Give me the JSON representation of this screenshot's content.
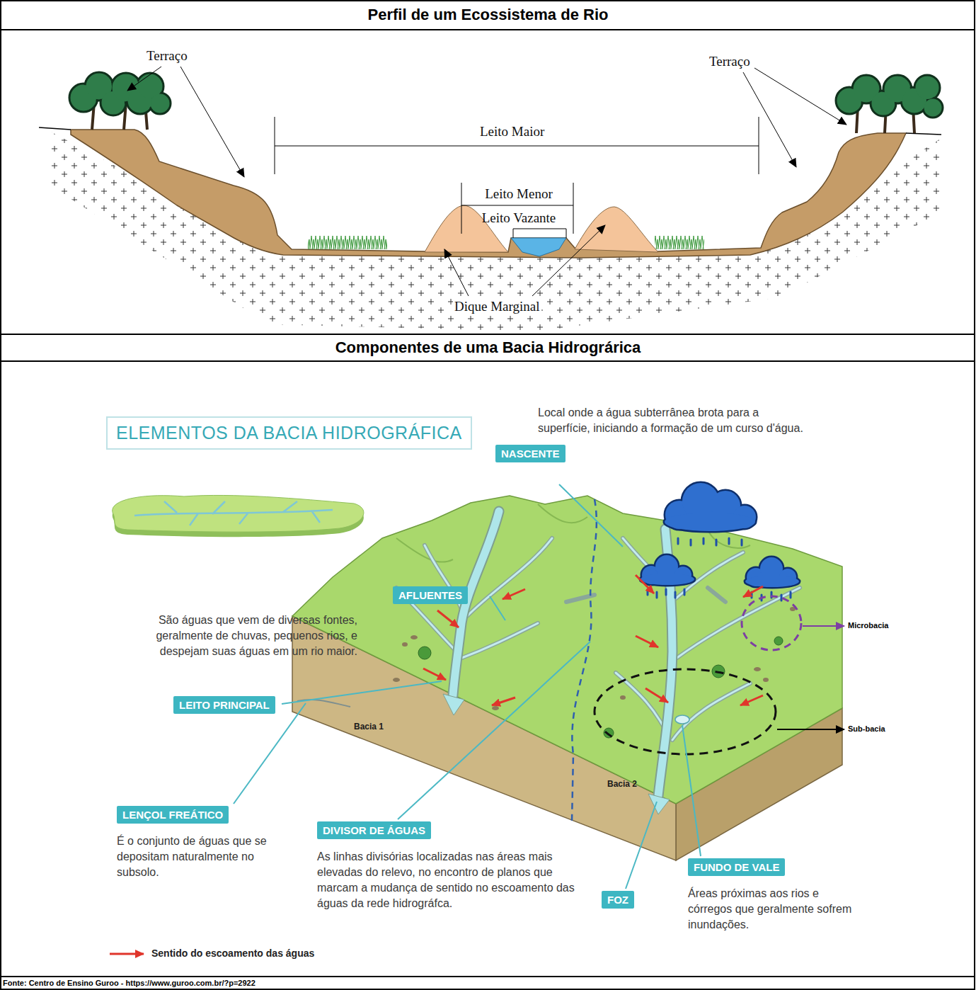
{
  "diagram": {
    "caption": "Fonte: Centro de Ensino Guroo - https://www.guroo.com.br/?p=2922",
    "nodes": [
      {
        "text": [
          "Perfil de um Ecossistema de Rio"
        ]
      },
      {
        "text": [
          "Componentes de uma Bacia Hidrográrica"
        ]
      },
      {
        "text": [
          "ELEMENTOS DA BACIA HIDROGRÁFICA"
        ]
      },
      {
        "text": [
          "NASCENTE",
          "Local onde a água subterrânea brota para a superfície, iniciando a formação de um curso d'água."
        ]
      },
      {
        "text": [
          "AFLUENTES",
          "São águas que vem de diversas fontes, geralmente de chuvas, pequenos rios, e despejam suas águas em um rio maior."
        ]
      },
      {
        "text": [
          "LEITO PRINCIPAL"
        ]
      },
      {
        "text": [
          "LENÇOL FREÁTICO",
          "É o conjunto de águas que se depositam naturalmente no subsolo."
        ]
      },
      {
        "text": [
          "DIVISOR DE ÁGUAS",
          "As linhas divisórias localizadas nas áreas mais elevadas do relevo, no encontro de planos que marcam a mudança de sentido no escoamento das águas da rede hidrográfca."
        ]
      },
      {
        "text": [
          "FOZ"
        ]
      },
      {
        "text": [
          "FUNDO DE VALE",
          "Áreas próximas aos rios e córregos que geralmente sofrem inundações."
        ]
      }
    ],
    "labels": [
      "Terraço",
      "Terraço",
      "Leito Maior",
      "Leito Menor",
      "Leito Vazante",
      "Dique Marginal",
      "Microbacia",
      "Sub-bacia",
      "Bacia 1",
      "Bacia 2"
    ],
    "legend": [
      {
        "text": "Sentido do escoamento das águas"
      }
    ]
  }
}
